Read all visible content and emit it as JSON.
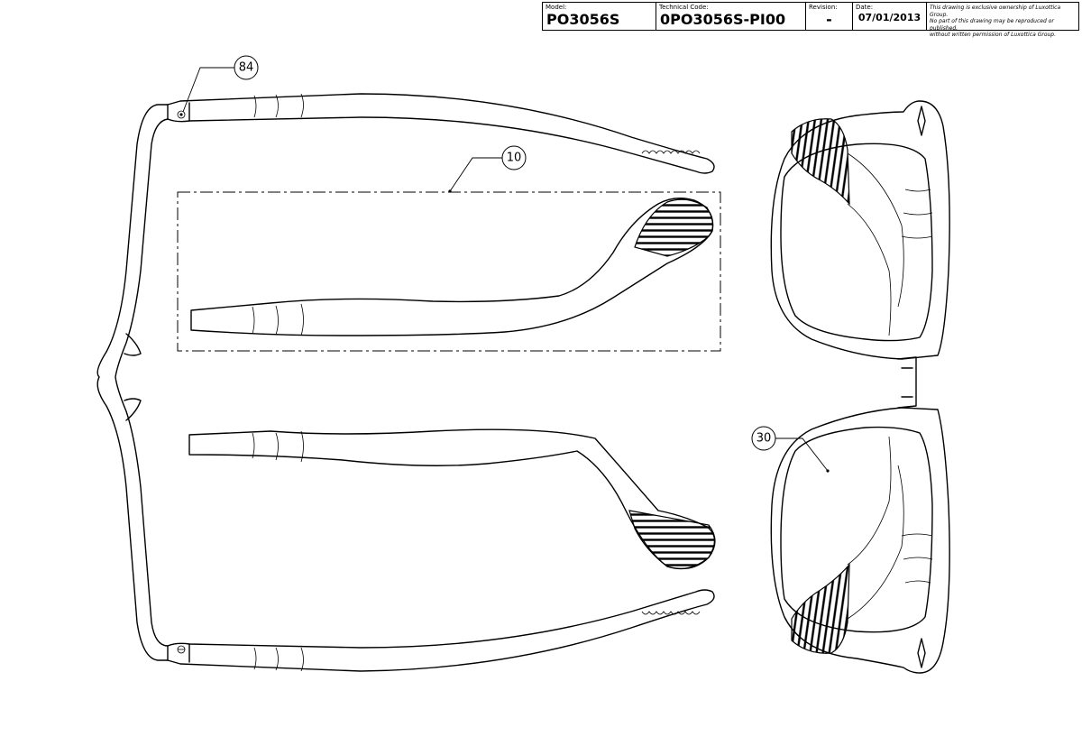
{
  "title_block": {
    "model_label": "Model:",
    "model_value": "PO3056S",
    "code_label": "Technical Code:",
    "code_value": "0PO3056S-PI00",
    "revision_label": "Revision:",
    "revision_value": "-",
    "date_label": "Date:",
    "date_value": "07/01/2013",
    "notice_line1": "This drawing is exclusive ownership of Luxottica Group.",
    "notice_line2": "No part of this drawing may be reproduced or published,",
    "notice_line3": "without written permission of Luxottica Group."
  },
  "callouts": [
    {
      "label": "84",
      "part": "hinge-screw"
    },
    {
      "label": "10",
      "part": "temple"
    },
    {
      "label": "30",
      "part": "lens"
    }
  ]
}
